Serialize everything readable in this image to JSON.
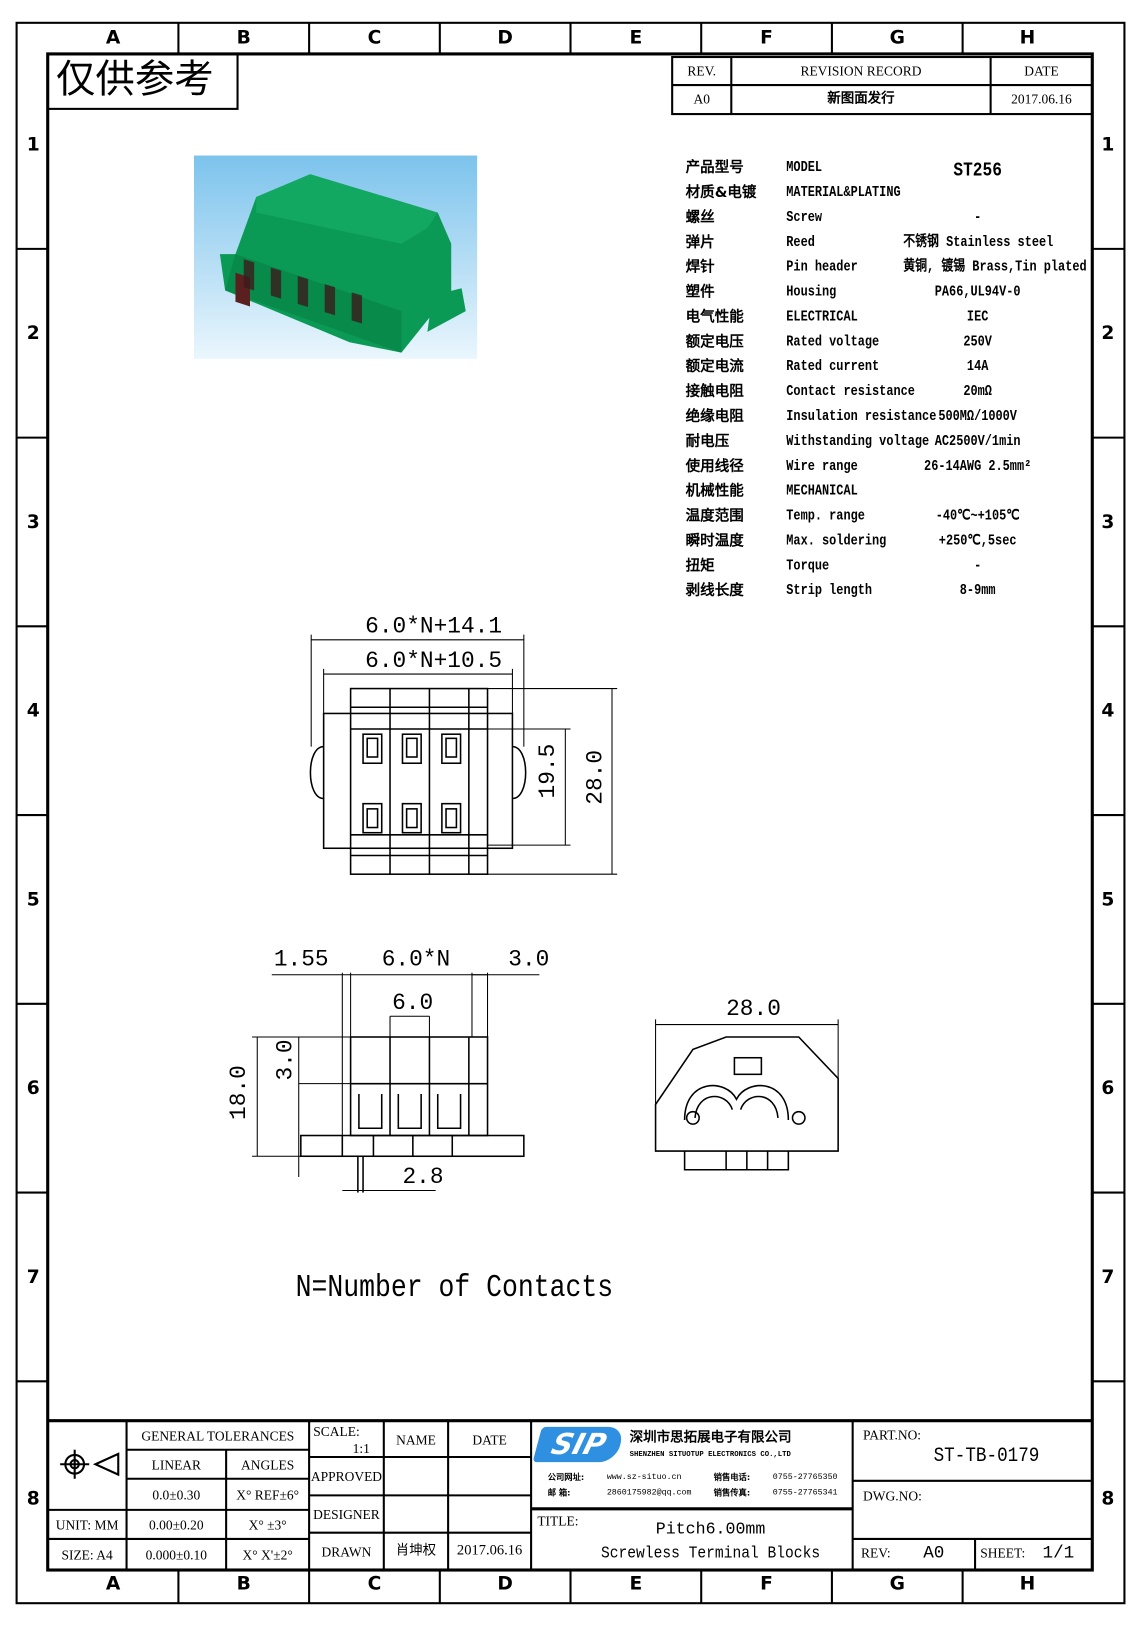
{
  "stamp": "仅供参考",
  "grid": {
    "columns": [
      "A",
      "B",
      "C",
      "D",
      "E",
      "F",
      "G",
      "H"
    ],
    "rows": [
      "1",
      "2",
      "3",
      "4",
      "5",
      "6",
      "7",
      "8"
    ]
  },
  "revision": {
    "headers": [
      "REV.",
      "REVISION RECORD",
      "DATE"
    ],
    "row": [
      "A0",
      "新图面发行",
      "2017.06.16"
    ]
  },
  "specs": [
    {
      "zh": "产品型号",
      "en": "MODEL",
      "val": "ST256"
    },
    {
      "zh": "材质&电镀",
      "en": "MATERIAL&PLATING",
      "val": ""
    },
    {
      "zh": "螺丝",
      "en": "Screw",
      "val": "-"
    },
    {
      "zh": "弹片",
      "en": "Reed",
      "val": "不锈钢 Stainless steel"
    },
    {
      "zh": "焊针",
      "en": "Pin header",
      "val": "黄铜, 镀锡 Brass,Tin plated"
    },
    {
      "zh": "塑件",
      "en": "Housing",
      "val": "PA66,UL94V-0"
    },
    {
      "zh": "电气性能",
      "en": "ELECTRICAL",
      "val": "IEC"
    },
    {
      "zh": "额定电压",
      "en": "Rated voltage",
      "val": "250V"
    },
    {
      "zh": "额定电流",
      "en": "Rated current",
      "val": "14A"
    },
    {
      "zh": "接触电阻",
      "en": "Contact resistance",
      "val": "20mΩ"
    },
    {
      "zh": "绝缘电阻",
      "en": "Insulation resistance",
      "val": "500MΩ/1000V"
    },
    {
      "zh": "耐电压",
      "en": "Withstanding voltage",
      "val": "AC2500V/1min"
    },
    {
      "zh": "使用线径",
      "en": "Wire range",
      "val": "26-14AWG 2.5mm²"
    },
    {
      "zh": "机械性能",
      "en": "MECHANICAL",
      "val": ""
    },
    {
      "zh": "温度范围",
      "en": "Temp. range",
      "val": "-40℃~+105℃"
    },
    {
      "zh": "瞬时温度",
      "en": "Max. soldering",
      "val": "+250℃,5sec"
    },
    {
      "zh": "扭矩",
      "en": "Torque",
      "val": "-"
    },
    {
      "zh": "剥线长度",
      "en": "Strip length",
      "val": "8-9mm"
    }
  ],
  "dimensions": {
    "top_overall": "6.0*N+14.1",
    "top_body": "6.0*N+10.5",
    "top_h1": "19.5",
    "top_h2": "28.0",
    "side_left": "1.55",
    "side_span": "6.0*N",
    "side_right": "3.0",
    "side_pitch": "6.0",
    "side_height": "18.0",
    "side_upper": "3.0",
    "side_pin": "2.8",
    "end_width": "28.0"
  },
  "note": "N=Number of Contacts",
  "title_block": {
    "general_tolerances": "GENERAL TOLERANCES",
    "linear": "LINEAR",
    "angles": "ANGLES",
    "lin": [
      "0.0±0.30",
      "0.00±0.20",
      "0.000±0.10"
    ],
    "ang": [
      "X° REF±6°",
      "X° ±3°",
      "X° X'±2°"
    ],
    "unit": "UNIT: MM",
    "size": "SIZE: A4",
    "scale_label": "SCALE:",
    "scale": "1:1",
    "name": "NAME",
    "date": "DATE",
    "approved": "APPROVED",
    "designer": "DESIGNER",
    "drawn": "DRAWN",
    "drawn_name": "肖坤权",
    "drawn_date": "2017.06.16",
    "logo": "SIP",
    "company_zh": "深圳市思拓展电子有限公司",
    "company_en": "SHENZHEN SITUOTUP ELECTRONICS CO.,LTD",
    "web_label": "公司网址:",
    "web": "www.sz-situo.cn",
    "mail_label": "邮    箱:",
    "mail": "2860175982@qq.com",
    "tel_label": "销售电话:",
    "tel": "0755-27765350",
    "fax_label": "销售传真:",
    "fax": "0755-27765341",
    "title_label": "TITLE:",
    "title1": "Pitch6.00mm",
    "title2": "Screwless Terminal Blocks",
    "part_label": "PART.NO:",
    "part": "ST-TB-0179",
    "dwg_label": "DWG.NO:",
    "rev_label": "REV:",
    "rev": "A0",
    "sheet_label": "SHEET:",
    "sheet": "1/1"
  },
  "colors": {
    "photo_green": "#0a9a55",
    "logo_blue": "#2f8fe0"
  }
}
